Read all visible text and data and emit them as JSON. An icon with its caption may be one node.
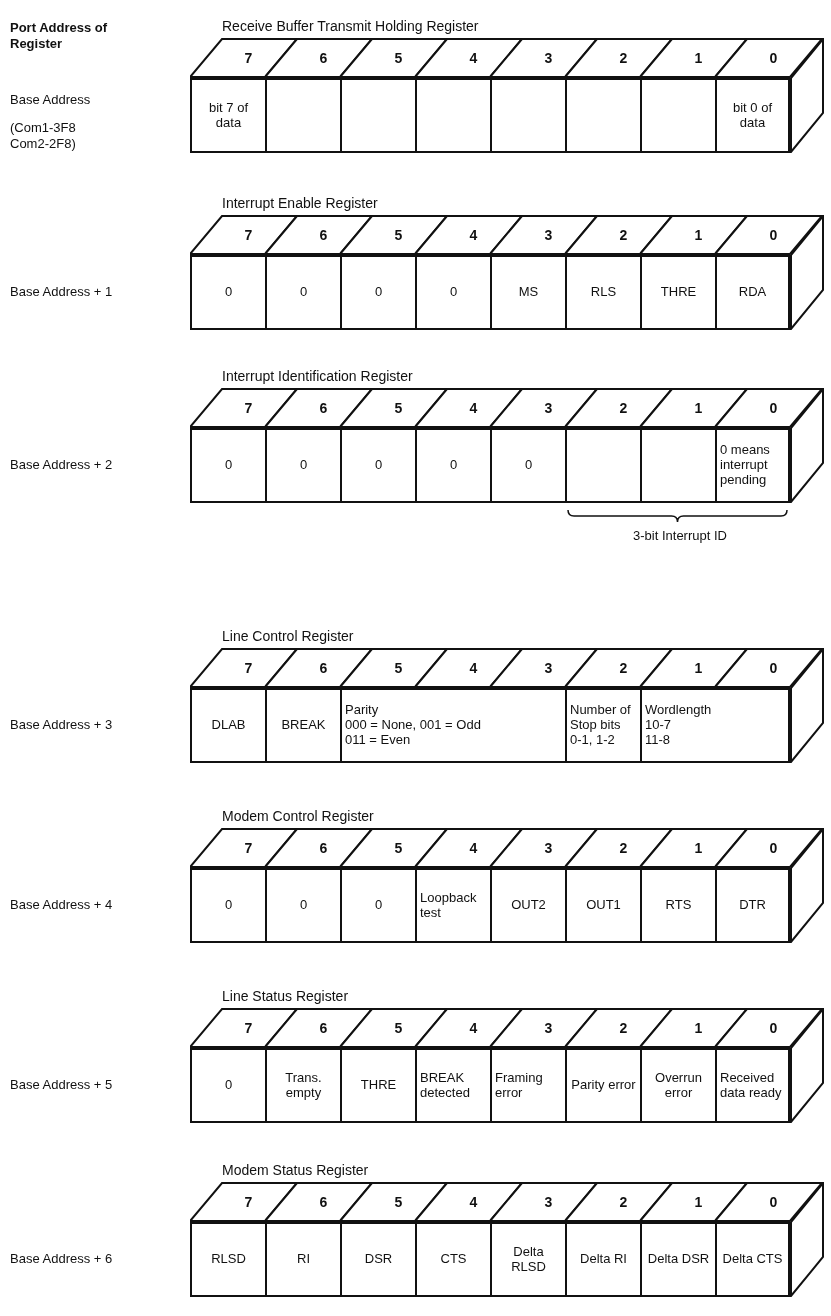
{
  "diagram": {
    "nodes": [
      {
        "text": [],
        "shape": "box"
      },
      {
        "text": [
          "7"
        ],
        "in": 0
      },
      {
        "text": [
          "6"
        ],
        "in": 0
      },
      {
        "text": [
          "5"
        ],
        "in": 0
      },
      {
        "text": [
          "4"
        ],
        "in": 0
      },
      {
        "text": [
          "3"
        ],
        "in": 0
      },
      {
        "text": [
          "2"
        ],
        "in": 0
      },
      {
        "text": [
          "1"
        ],
        "in": 0
      },
      {
        "text": [
          "0"
        ],
        "in": 0
      },
      {
        "text": [
          "bit 7 of data"
        ],
        "in": 0
      },
      {
        "text": [],
        "in": 0,
        "shape": "box"
      },
      {
        "text": [],
        "in": 0,
        "shape": "box"
      },
      {
        "text": [],
        "in": 0,
        "shape": "box"
      },
      {
        "text": [],
        "in": 0,
        "shape": "box"
      },
      {
        "text": [],
        "in": 0,
        "shape": "box"
      },
      {
        "text": [],
        "in": 0,
        "shape": "box"
      },
      {
        "text": [
          "bit 0 of data"
        ],
        "in": 0
      },
      {
        "text": [],
        "shape": "box"
      },
      {
        "text": [
          "7"
        ],
        "in": 17
      },
      {
        "text": [
          "6"
        ],
        "in": 17
      },
      {
        "text": [
          "5"
        ],
        "in": 17
      },
      {
        "text": [
          "4"
        ],
        "in": 17
      },
      {
        "text": [
          "3"
        ],
        "in": 17
      },
      {
        "text": [
          "2"
        ],
        "in": 17
      },
      {
        "text": [
          "1"
        ],
        "in": 17
      },
      {
        "text": [
          "0"
        ],
        "in": 17
      },
      {
        "text": [
          "0"
        ],
        "in": 17
      },
      {
        "text": [
          "0"
        ],
        "in": 17
      },
      {
        "text": [
          "0"
        ],
        "in": 17
      },
      {
        "text": [
          "0"
        ],
        "in": 17
      },
      {
        "text": [
          "MS"
        ],
        "in": 17
      },
      {
        "text": [
          "RLS"
        ],
        "in": 17
      },
      {
        "text": [
          "THRE"
        ],
        "in": 17
      },
      {
        "text": [
          "RDA"
        ],
        "in": 17
      },
      {
        "text": [],
        "shape": "box"
      },
      {
        "text": [
          "7"
        ],
        "in": 34
      },
      {
        "text": [
          "6"
        ],
        "in": 34
      },
      {
        "text": [
          "5"
        ],
        "in": 34
      },
      {
        "text": [
          "4"
        ],
        "in": 34
      },
      {
        "text": [
          "3"
        ],
        "in": 34
      },
      {
        "text": [
          "2"
        ],
        "in": 34
      },
      {
        "text": [
          "1"
        ],
        "in": 34
      },
      {
        "text": [
          "0"
        ],
        "in": 34
      },
      {
        "text": [
          "0"
        ],
        "in": 34
      },
      {
        "text": [
          "0"
        ],
        "in": 34
      },
      {
        "text": [
          "0"
        ],
        "in": 34
      },
      {
        "text": [
          "0"
        ],
        "in": 34
      },
      {
        "text": [
          "0"
        ],
        "in": 34
      },
      {
        "text": [],
        "in": 34,
        "shape": "box"
      },
      {
        "text": [],
        "in": 34,
        "shape": "box"
      },
      {
        "text": [
          "0 means interrupt pending"
        ],
        "in": 34
      },
      {
        "text": [],
        "shape": "box"
      },
      {
        "text": [
          "7"
        ],
        "in": 51
      },
      {
        "text": [
          "6"
        ],
        "in": 51
      },
      {
        "text": [
          "5"
        ],
        "in": 51
      },
      {
        "text": [
          "4"
        ],
        "in": 51
      },
      {
        "text": [
          "3"
        ],
        "in": 51
      },
      {
        "text": [
          "2"
        ],
        "in": 51
      },
      {
        "text": [
          "1"
        ],
        "in": 51
      },
      {
        "text": [
          "0"
        ],
        "in": 51
      },
      {
        "text": [
          "DLAB"
        ],
        "in": 51
      },
      {
        "text": [
          "BREAK"
        ],
        "in": 51
      },
      {
        "text": [
          "Parity",
          "000 = None, 001 = Odd",
          "011 = Even"
        ],
        "in": 51
      },
      {
        "text": [
          "Number of Stop bits",
          "0-1, 1-2"
        ],
        "in": 51
      },
      {
        "text": [
          "Wordlength",
          "10-7",
          "11-8"
        ],
        "in": 51
      },
      {
        "text": [],
        "shape": "box"
      },
      {
        "text": [
          "7"
        ],
        "in": 65
      },
      {
        "text": [
          "6"
        ],
        "in": 65
      },
      {
        "text": [
          "5"
        ],
        "in": 65
      },
      {
        "text": [
          "4"
        ],
        "in": 65
      },
      {
        "text": [
          "3"
        ],
        "in": 65
      },
      {
        "text": [
          "2"
        ],
        "in": 65
      },
      {
        "text": [
          "1"
        ],
        "in": 65
      },
      {
        "text": [
          "0"
        ],
        "in": 65
      },
      {
        "text": [
          "0"
        ],
        "in": 65
      },
      {
        "text": [
          "0"
        ],
        "in": 65
      },
      {
        "text": [
          "0"
        ],
        "in": 65
      },
      {
        "text": [
          "Loopback test"
        ],
        "in": 65
      },
      {
        "text": [
          "OUT2"
        ],
        "in": 65
      },
      {
        "text": [
          "OUT1"
        ],
        "in": 65
      },
      {
        "text": [
          "RTS"
        ],
        "in": 65
      },
      {
        "text": [
          "DTR"
        ],
        "in": 65
      },
      {
        "text": [],
        "shape": "box"
      },
      {
        "text": [
          "7"
        ],
        "in": 82
      },
      {
        "text": [
          "6"
        ],
        "in": 82
      },
      {
        "text": [
          "5"
        ],
        "in": 82
      },
      {
        "text": [
          "4"
        ],
        "in": 82
      },
      {
        "text": [
          "3"
        ],
        "in": 82
      },
      {
        "text": [
          "2"
        ],
        "in": 82
      },
      {
        "text": [
          "1"
        ],
        "in": 82
      },
      {
        "text": [
          "0"
        ],
        "in": 82
      },
      {
        "text": [
          "0"
        ],
        "in": 82
      },
      {
        "text": [
          "Trans. empty"
        ],
        "in": 82
      },
      {
        "text": [
          "THRE"
        ],
        "in": 82
      },
      {
        "text": [
          "BREAK detected"
        ],
        "in": 82
      },
      {
        "text": [
          "Framing error"
        ],
        "in": 82
      },
      {
        "text": [
          "Parity error"
        ],
        "in": 82
      },
      {
        "text": [
          "Overrun error"
        ],
        "in": 82
      },
      {
        "text": [
          "Received data ready"
        ],
        "in": 82
      },
      {
        "text": [],
        "shape": "box"
      },
      {
        "text": [
          "7"
        ],
        "in": 99
      },
      {
        "text": [
          "6"
        ],
        "in": 99
      },
      {
        "text": [
          "5"
        ],
        "in": 99
      },
      {
        "text": [
          "4"
        ],
        "in": 99
      },
      {
        "text": [
          "3"
        ],
        "in": 99
      },
      {
        "text": [
          "2"
        ],
        "in": 99
      },
      {
        "text": [
          "1"
        ],
        "in": 99
      },
      {
        "text": [
          "0"
        ],
        "in": 99
      },
      {
        "text": [
          "RLSD"
        ],
        "in": 99
      },
      {
        "text": [
          "RI"
        ],
        "in": 99
      },
      {
        "text": [
          "DSR"
        ],
        "in": 99
      },
      {
        "text": [
          "CTS"
        ],
        "in": 99
      },
      {
        "text": [
          "Delta RLSD"
        ],
        "in": 99
      },
      {
        "text": [
          "Delta RI"
        ],
        "in": 99
      },
      {
        "text": [
          "Delta DSR"
        ],
        "in": 99
      },
      {
        "text": [
          "Delta CTS"
        ],
        "in": 99
      }
    ],
    "labels": [
      "Port Address of Register",
      "Receive Buffer Transmit Holding Register",
      "Base Address",
      "(Com1-3F8 Com2-2F8)",
      "Interrupt Enable Register",
      "Base Address + 1",
      "Interrupt Identification Register",
      "Base Address + 2",
      "3-bit Interrupt ID",
      "Line Control Register",
      "Base Address + 3",
      "Modem Control Register",
      "Base Address + 4",
      "Line Status Register",
      "Base Address + 5",
      "Modem Status Register",
      "Base Address + 6"
    ]
  }
}
